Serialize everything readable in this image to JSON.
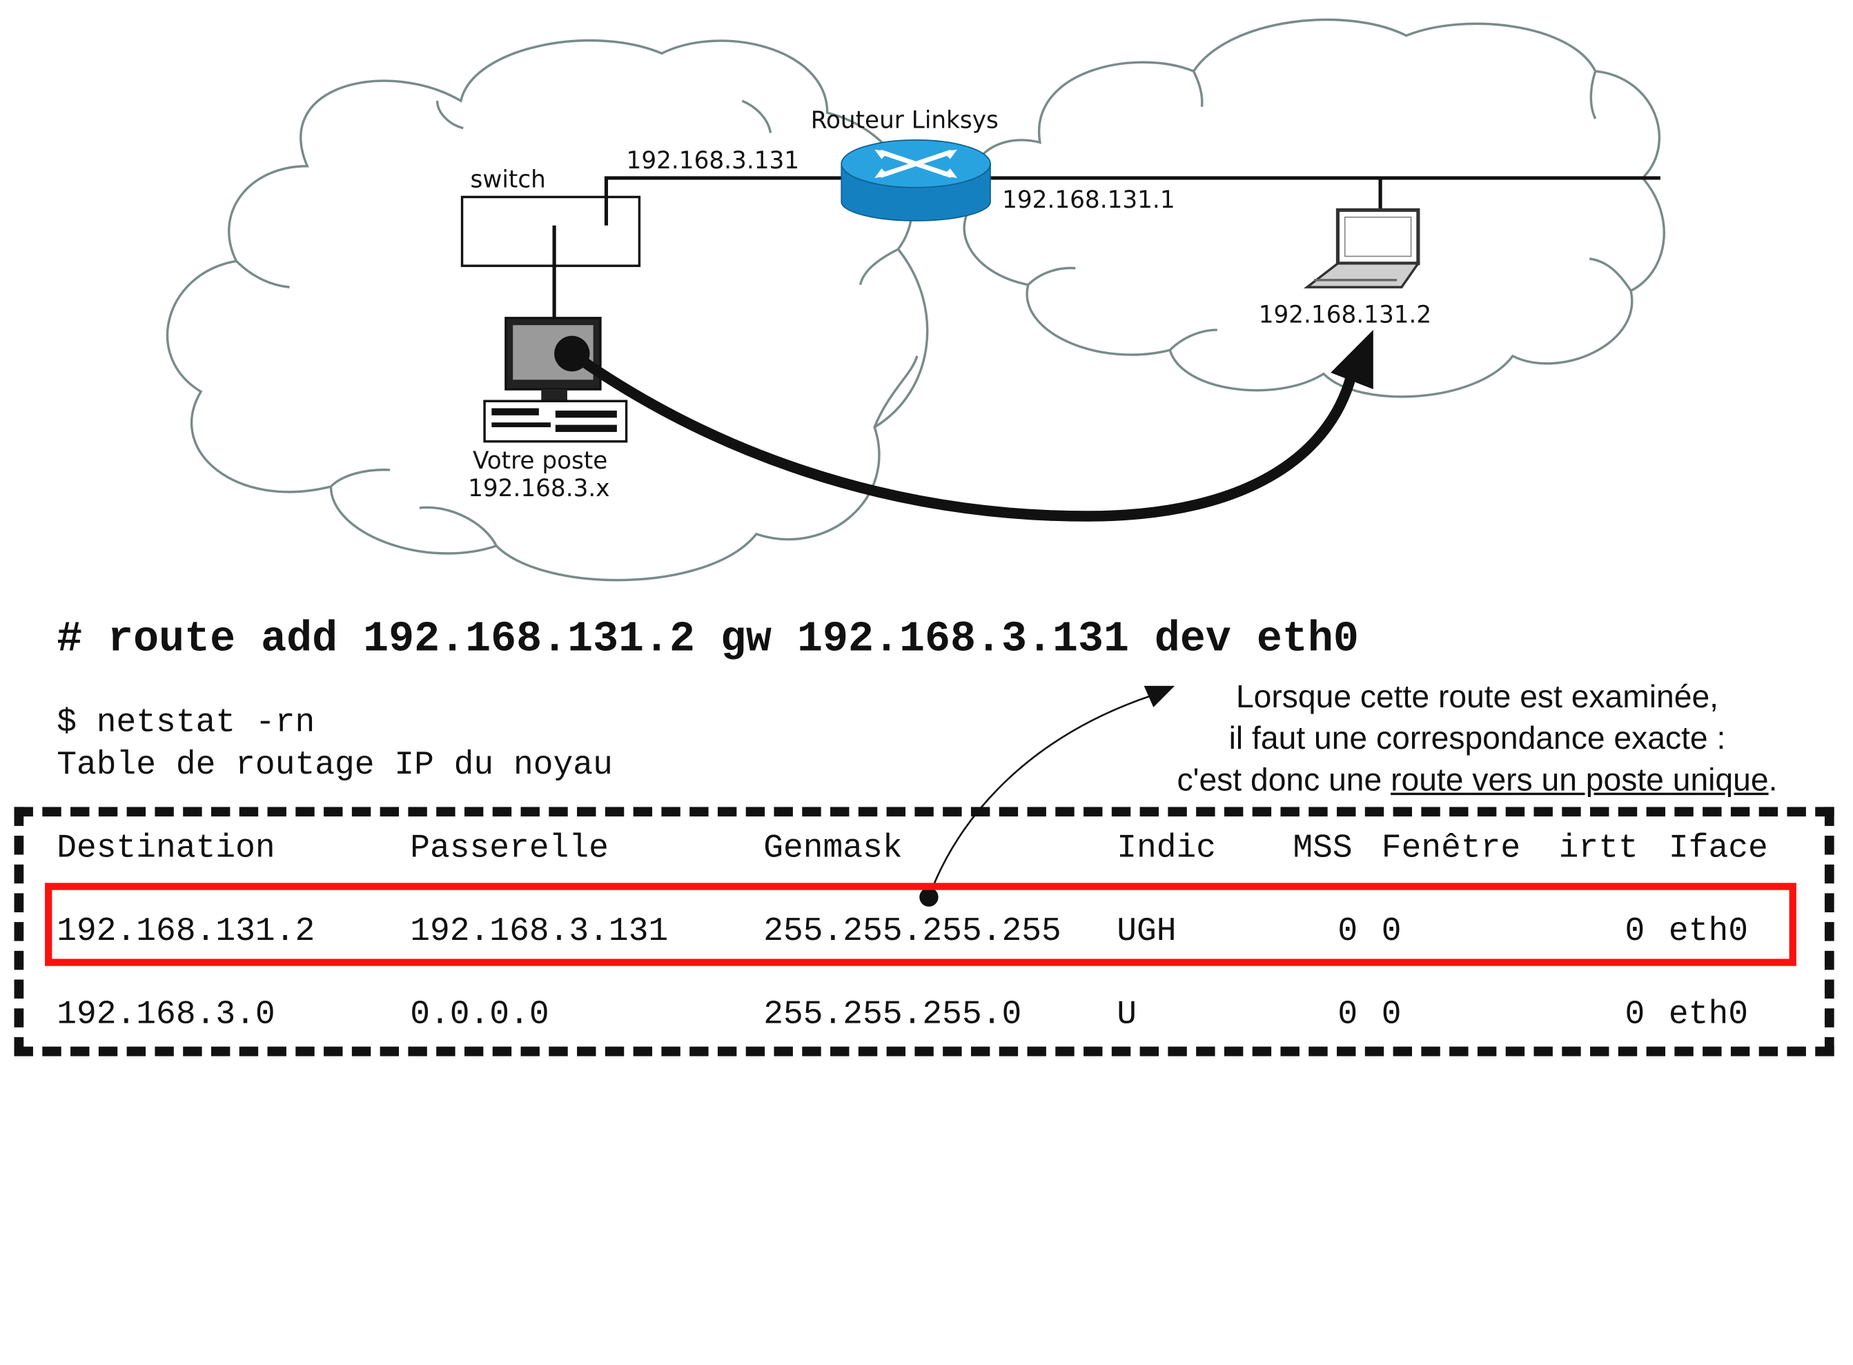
{
  "diagram": {
    "router_label": "Routeur Linksys",
    "switch_label": "switch",
    "router_ip_left": "192.168.3.131",
    "router_ip_right": "192.168.131.1",
    "laptop_ip": "192.168.131.2",
    "pc_label_line1": "Votre poste",
    "pc_label_line2": "192.168.3.x"
  },
  "command": "# route add 192.168.131.2 gw 192.168.3.131 dev eth0",
  "console": {
    "prompt": "$ netstat -rn",
    "title": "Table de routage IP du noyau"
  },
  "note": {
    "line1": "Lorsque cette route est examinée,",
    "line2": "il faut une correspondance exacte :",
    "line3_prefix": "c'est donc une ",
    "line3_underlined": "route vers un poste unique",
    "line3_suffix": "."
  },
  "table": {
    "headers": [
      "Destination",
      "Passerelle",
      "Genmask",
      "Indic",
      "MSS",
      "Fenêtre",
      "irtt",
      "Iface"
    ],
    "rows": [
      [
        "192.168.131.2",
        "192.168.3.131",
        "255.255.255.255",
        "UGH",
        "0",
        "0",
        "0",
        "eth0"
      ],
      [
        "192.168.3.0",
        "0.0.0.0",
        "255.255.255.0",
        "U",
        "0",
        "0",
        "0",
        "eth0"
      ]
    ]
  },
  "colors": {
    "highlight_border": "#ff1010",
    "router_blue": "#1a8fd0",
    "cloud_stroke": "#7a8a8a"
  }
}
